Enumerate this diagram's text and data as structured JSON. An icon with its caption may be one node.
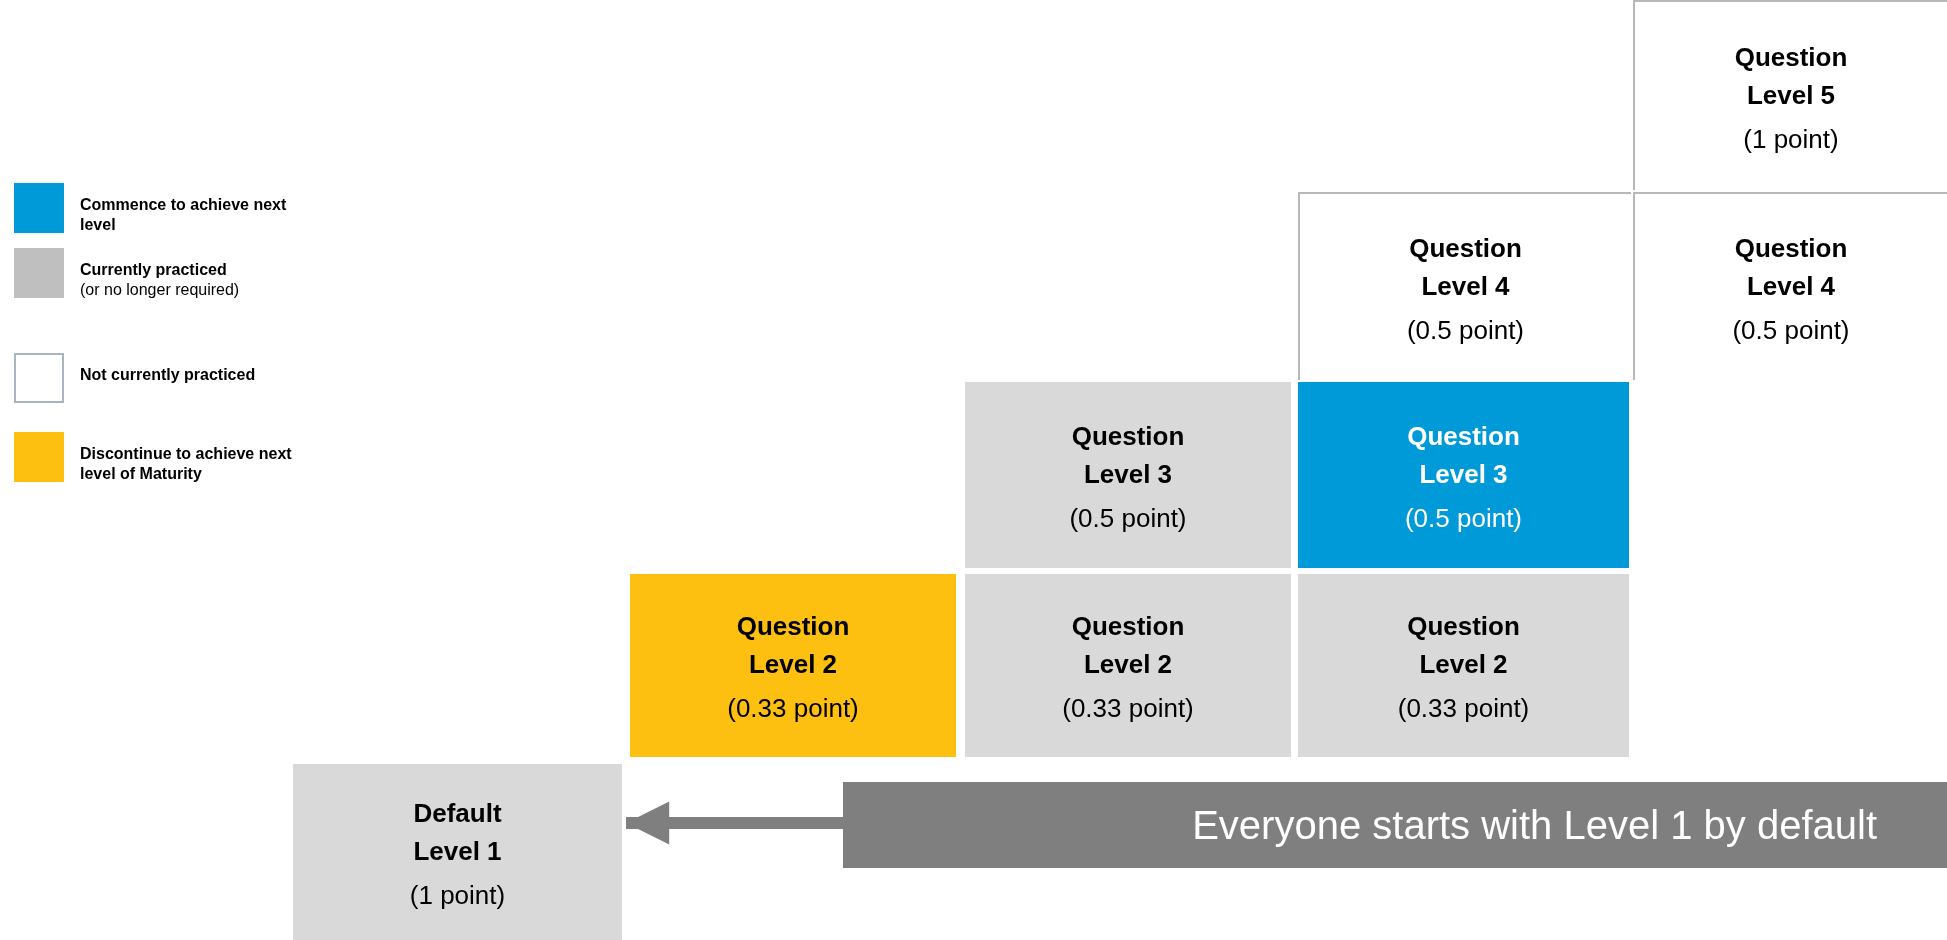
{
  "diagram": {
    "nodes": [
      {
        "text": [
          "Question Level 5",
          "(1 point)"
        ]
      },
      {
        "text": [
          "Question Level 4",
          "(0.5 point)"
        ]
      },
      {
        "text": [
          "Question Level 4",
          "(0.5 point)"
        ]
      },
      {
        "text": [
          "Question Level 3",
          "(0.5 point)"
        ]
      },
      {
        "text": [
          "Question Level 3",
          "(0.5 point)"
        ]
      },
      {
        "text": [
          "Question Level 2",
          "(0.33 point)"
        ]
      },
      {
        "text": [
          "Question Level 2",
          "(0.33 point)"
        ]
      },
      {
        "text": [
          "Question Level 2",
          "(0.33 point)"
        ]
      },
      {
        "text": [
          "Default Level 1",
          "(1 point)"
        ]
      },
      {
        "text": [
          "Everyone starts with Level 1 by default"
        ]
      }
    ],
    "edges": [
      {
        "from": 9,
        "to": 8,
        "arrow": "to"
      }
    ],
    "legend": [
      {
        "text": "Commence to achieve next level",
        "color": "#009ad9"
      },
      {
        "text": "**Currently practiced** (or no longer required)",
        "color": "#bfbfbf"
      },
      {
        "text": "Not currently practiced",
        "color": "#ffffff"
      },
      {
        "text": "Discontinue to achieve next level of Maturity",
        "color": "#fdc010"
      }
    ]
  }
}
